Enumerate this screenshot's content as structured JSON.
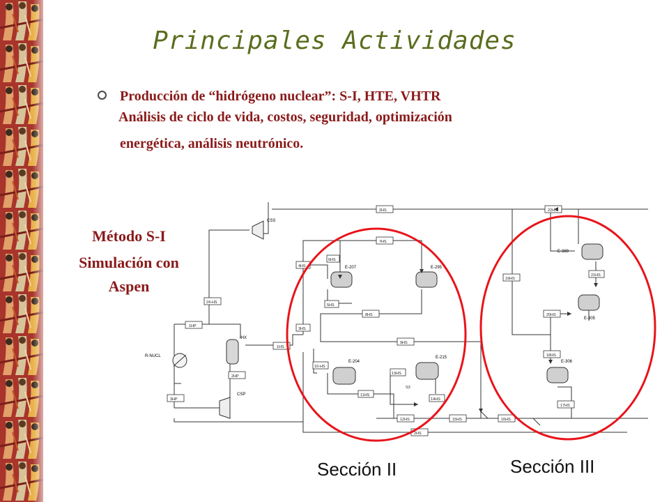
{
  "slide": {
    "title": "Principales Actividades",
    "bullet": {
      "line1": "Producción de “hidrógeno nuclear”: S-I, HTE, VHTR",
      "line2": "Análisis de ciclo de vida, costos, seguridad, optimización",
      "line3": "energética,  análisis neutrónico."
    },
    "method": {
      "line1": "Método S-I",
      "line2": "Simulación con",
      "line3": "Aspen"
    },
    "section_labels": [
      "Sección II",
      "Sección III"
    ]
  },
  "diagram": {
    "stream_labels": {
      "css": "CSS",
      "hs24": "24-HS",
      "hp1": "1HP",
      "rnucl": "R-NUCL",
      "ihx": "IHX",
      "hs1": "1HS",
      "hp2": "2HP",
      "csp": "CSP",
      "hp3": "3HP",
      "hs2top": "2HS",
      "hs7": "7HS",
      "hs6": "6HS",
      "e207": "E-207",
      "e295": "E-295",
      "hs4": "4HS",
      "hs5": "5HS",
      "hs8": "8HS",
      "hs3": "3HS",
      "hs9": "9HS",
      "hs10": "10-HS",
      "e204": "E-204",
      "hs13": "13HS",
      "e215": "E-215",
      "s3": "S3",
      "hs11": "11HS",
      "hs14": "14HS",
      "hs12": "12HS",
      "hs15": "15HS",
      "hs16": "16HS",
      "hs2bot": "2HS",
      "hs22": "22HS",
      "e389": "E-389",
      "hs19": "19HS",
      "hs21": "21HS",
      "hs20": "20HS",
      "e305": "E-305",
      "hs18": "18HS",
      "e306": "E-306",
      "hs17": "17HS"
    },
    "colors": {
      "circle": "#e8141a",
      "line": "#333333",
      "title": "#5a6e1f",
      "text_red": "#8a1a1a"
    }
  }
}
